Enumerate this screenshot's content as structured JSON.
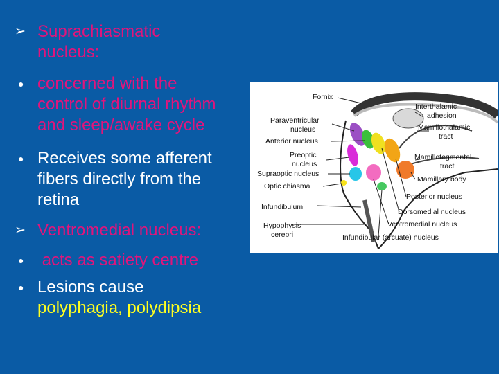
{
  "bullets": [
    {
      "marker": "arrow-icon",
      "lines": [
        "Suprachiasmatic",
        "nucleus:"
      ],
      "color": "#e0157c"
    },
    {
      "marker": "dot-icon",
      "lines": [
        "concerned with the",
        "control of diurnal rhythm",
        "and sleep/awake cycle"
      ],
      "color": "#e0157c"
    },
    {
      "marker": "dot-icon",
      "lines": [
        "Receives some afferent",
        "fibers directly from the",
        "retina"
      ],
      "color": "#ffffff"
    },
    {
      "marker": "arrow-icon",
      "lines": [
        "Ventromedial nucleus:"
      ],
      "color": "#e0157c"
    },
    {
      "marker": "dot-icon",
      "lines": [
        " acts as satiety centre"
      ],
      "color": "#e0157c"
    },
    {
      "marker": "dot-icon",
      "lines": [
        "Lesions cause",
        "polyphagia, polydipsia"
      ],
      "color": "#ffff20"
    }
  ],
  "diagram": {
    "labels": {
      "fornix": "Fornix",
      "interthalamic": [
        "Interthalamic",
        "adhesion"
      ],
      "paraventricular": [
        "Paraventricular",
        "nucleus"
      ],
      "anterior": "Anterior nucleus",
      "mamillothalamic": [
        "Mamillothalamic",
        "tract"
      ],
      "preoptic": [
        "Preoptic",
        "nucleus"
      ],
      "mamillotegmental": [
        "Mamillotegmental",
        "tract"
      ],
      "supraoptic": "Supraoptic nucleus",
      "optic": "Optic chiasma",
      "mamillary": "Mamillary body",
      "posterior": "Posterior nucleus",
      "infundibulum": "Infundibulum",
      "dorsomedial": "Dorsomedial nucleus",
      "hypophysis": [
        "Hypophysis",
        "cerebri"
      ],
      "ventromedial": "Ventromedial nucleus",
      "infundibular": "Infundibular (arcuate) nucleus"
    }
  }
}
